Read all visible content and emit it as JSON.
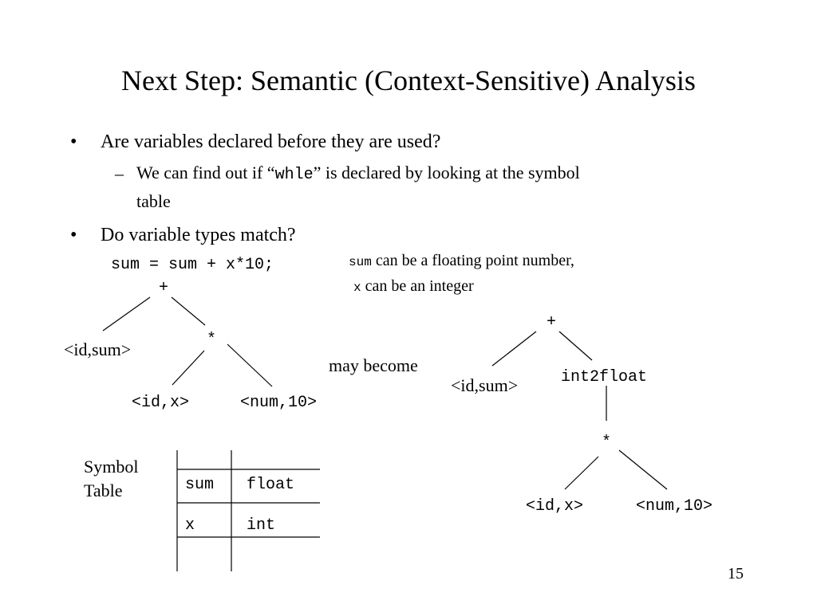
{
  "slide": {
    "title": "Next Step: Semantic (Context-Sensitive) Analysis",
    "page_number": "15"
  },
  "bullets": {
    "marker": "•",
    "dash": "–",
    "b1": "Are variables declared before they are used?",
    "b1_sub_pre": "We can find out if ",
    "b1_sub_open_quote": "“",
    "b1_sub_code": "whle",
    "b1_sub_close_quote": "”",
    "b1_sub_post": " is declared by looking at the symbol",
    "b1_sub_cont": "table",
    "b2": "Do variable types match?"
  },
  "example": {
    "code": "sum = sum + x*10;",
    "note1_code": "sum",
    "note1_text": " can be a floating point number,",
    "note2_code": "x",
    "note2_text": " can be an integer",
    "may_become": "may become"
  },
  "tree1": {
    "plus": "+",
    "id_sum": "<id,sum>",
    "times": "*",
    "id_x": "<id,x>",
    "num": "<num,10>"
  },
  "tree2": {
    "plus": "+",
    "id_sum": "<id,sum>",
    "conv": "int2float",
    "times": "*",
    "id_x": "<id,x>",
    "num": "<num,10>"
  },
  "symbol_table": {
    "label_line1": "Symbol",
    "label_line2": "Table",
    "rows": [
      {
        "name": "sum",
        "type": "float"
      },
      {
        "name": "x",
        "type": "int"
      }
    ]
  }
}
